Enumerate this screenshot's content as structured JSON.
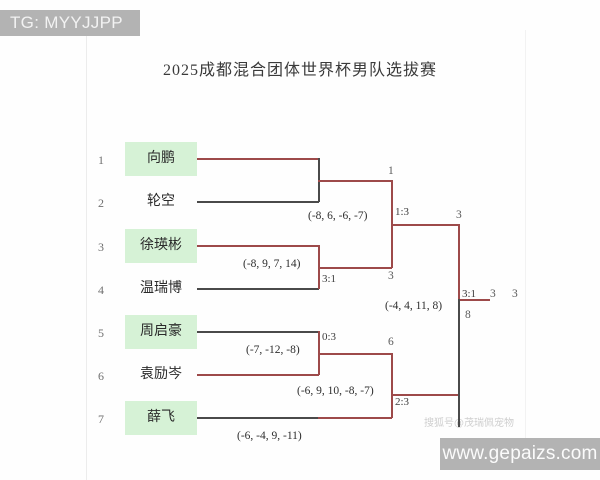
{
  "banner": {
    "tg": "TG: MYYJJPP"
  },
  "watermarks": {
    "url": "www.gepaizs.com",
    "sohu": "搜狐号@茂瑞佩宠物"
  },
  "title": "2025成都混合团体世界杯男队选拔赛",
  "bracket": {
    "seeds": [
      "1",
      "2",
      "3",
      "4",
      "5",
      "6",
      "7"
    ],
    "players": [
      {
        "seed": "1",
        "name": "向鹏",
        "advanced": true
      },
      {
        "seed": "2",
        "name": "轮空",
        "advanced": false
      },
      {
        "seed": "3",
        "name": "徐瑛彬",
        "advanced": true
      },
      {
        "seed": "4",
        "name": "温瑞博",
        "advanced": false
      },
      {
        "seed": "5",
        "name": "周启豪",
        "advanced": true
      },
      {
        "seed": "6",
        "name": "袁励岑",
        "advanced": false
      },
      {
        "seed": "7",
        "name": "薛飞",
        "advanced": true
      }
    ],
    "round1": [
      {
        "games": "(-8, 9, 7, 14)",
        "score": "3:1",
        "winner_seed": "3"
      },
      {
        "games": "(-7, -12, -8)",
        "score": "0:3",
        "winner_seed": "6"
      },
      {
        "games": "(-6, -4, 9, -11)",
        "score": "",
        "winner_seed": ""
      }
    ],
    "round2": [
      {
        "games": "(-8, 6, -6, -7)",
        "score": "1:3",
        "top_seed": "1",
        "bottom_seed": "3"
      },
      {
        "games": "(-6, 9, 10, -8, -7)",
        "score": "2:3",
        "top_seed": "6",
        "bottom_seed": ""
      }
    ],
    "final": {
      "games": "(-4, 4, 11, 8)",
      "score": "3:1",
      "top_seed": "3",
      "bottom_seed": "8",
      "winner_seed": "3"
    },
    "champion": "3"
  },
  "colors": {
    "winner_line": "#9d4a4a",
    "loser_line": "#4a4a4a",
    "advanced_cell": "#d6f2d6",
    "banner_bg": "#b3b3b3"
  }
}
